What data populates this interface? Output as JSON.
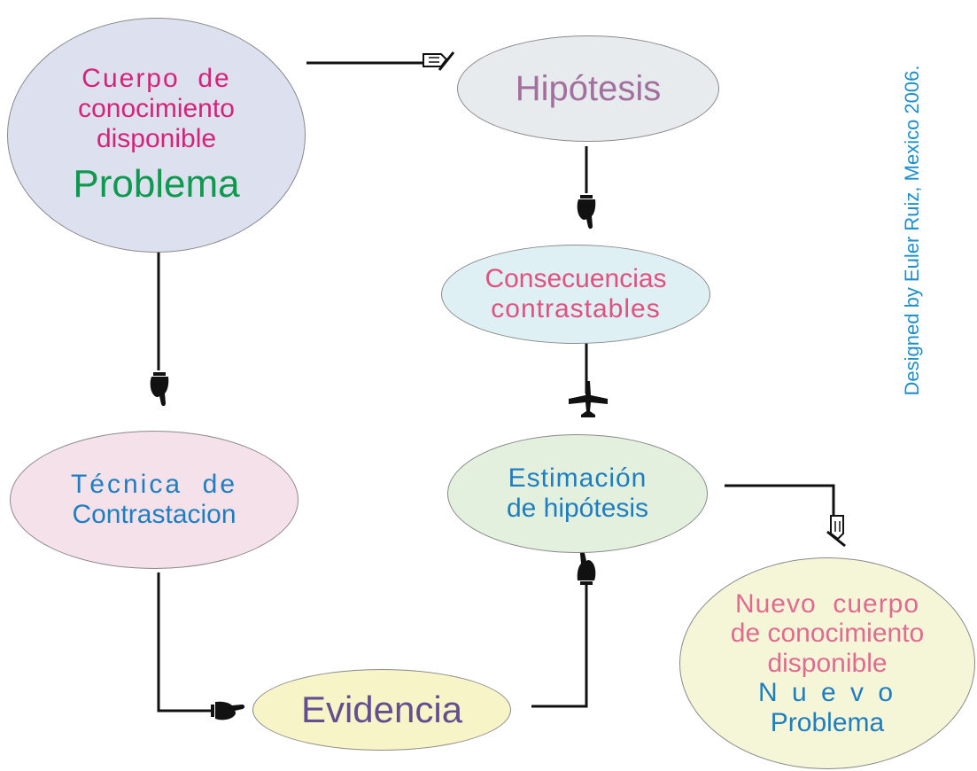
{
  "colors": {
    "magenta": "#d6237a",
    "green": "#0e9a4e",
    "mauve": "#a2709c",
    "rose": "#e06a90",
    "blue": "#1f7ec0",
    "purple": "#614f8f",
    "line": "#111111"
  },
  "nodes": {
    "cuerpo": {
      "line1": "Cuerpo  de",
      "line2": "conocimiento",
      "line3": "disponible",
      "line4": "Problema",
      "fill": "#dde0ee"
    },
    "hipotesis": {
      "label": "Hipótesis",
      "fill": "#e8ebee"
    },
    "consecuencias": {
      "line1": "Consecuencias",
      "line2": "contrastables",
      "fill": "#dff0f4"
    },
    "tecnica": {
      "line1": "Técnica  de",
      "line2": "Contrastacion",
      "fill": "#f5e1ea"
    },
    "estimacion": {
      "line1": "Estimación",
      "line2": "de hipótesis",
      "fill": "#e3f0dd"
    },
    "evidencia": {
      "label": "Evidencia",
      "fill": "#f7f4c8"
    },
    "nuevo": {
      "line1": "Nuevo  cuerpo",
      "line2": "de conocimiento",
      "line3": "disponible",
      "line4": "N u e v o",
      "line5": "Problema",
      "fill": "#f5f6d8"
    }
  },
  "icons": [
    "writing-hand-icon",
    "pointing-hand-down-icon",
    "pointing-hand-right-icon",
    "pointing-hand-up-icon",
    "airplane-icon"
  ],
  "credit": "Designed by Euler Ruiz, Mexico 2006."
}
